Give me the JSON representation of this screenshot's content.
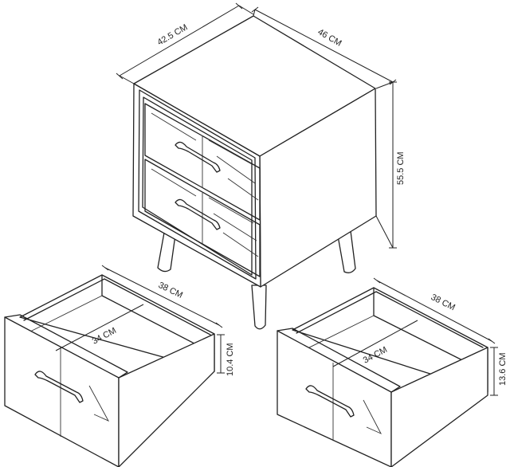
{
  "dimensions": {
    "cabinet_width": "42.5 CM",
    "cabinet_depth": "46 CM",
    "cabinet_height": "55.5 CM",
    "drawer_left_depth": "38 CM",
    "drawer_left_width": "34 CM",
    "drawer_left_height": "10.4 CM",
    "drawer_right_depth": "38 CM",
    "drawer_right_width": "34 CM",
    "drawer_right_height": "13.6 CM"
  }
}
